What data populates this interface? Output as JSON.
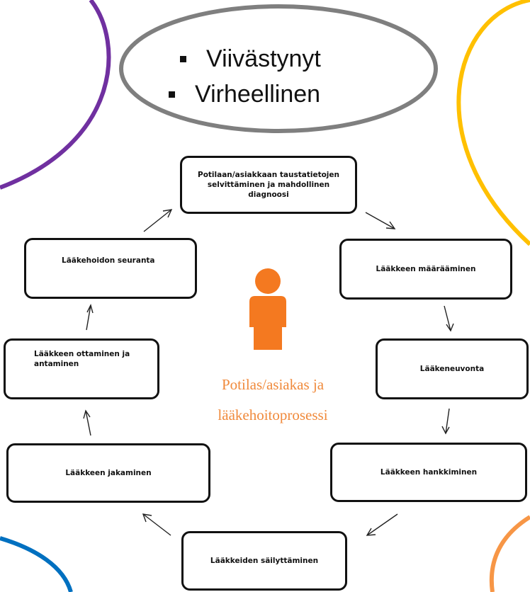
{
  "bubble": {
    "items": [
      "Viivästynyt",
      "Virheellinen"
    ]
  },
  "process": {
    "steps": [
      "Potilaan/asiakkaan taustatietojen selvittäminen ja mahdollinen diagnoosi",
      "Lääkkeen määrääminen",
      "Lääkeneuvonta",
      "Lääkkeen hankkiminen",
      "Lääkkeiden säilyttäminen",
      "Lääkkeen jakaminen",
      "Lääkkeen ottaminen ja antaminen",
      "Lääkehoidon seuranta"
    ],
    "center_label_line1": "Potilas/asiakas ja",
    "center_label_line2": "lääkehoitoprosessi"
  },
  "colors": {
    "purple": "#7030a0",
    "yellow": "#ffc000",
    "blue": "#0070c0",
    "orange": "#f79646",
    "gray": "#7f7f7f",
    "person": "#f47920"
  }
}
